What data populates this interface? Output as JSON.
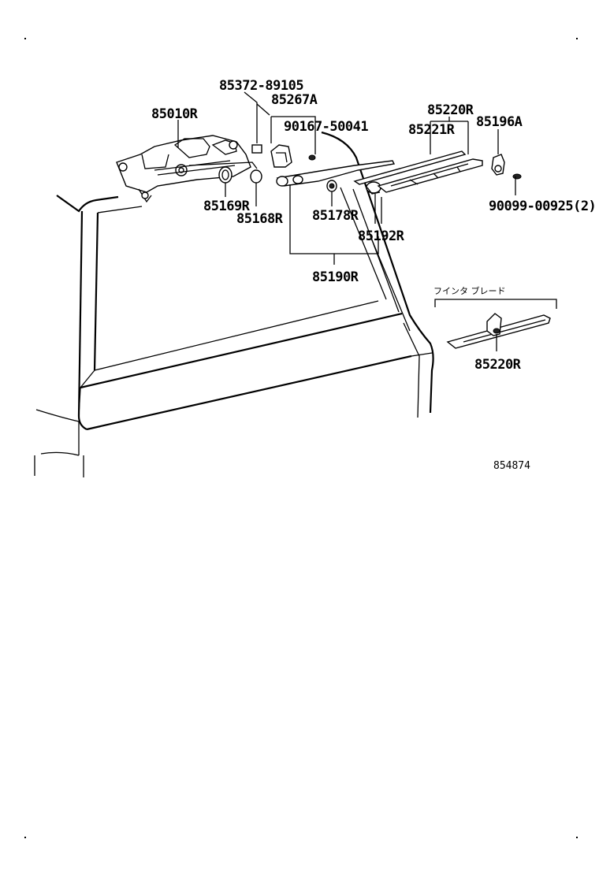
{
  "diagram": {
    "figure_id": "854874",
    "section_title": "フインタ ブレード",
    "parts": {
      "p85372": "85372-89105",
      "p85267": "85267A",
      "p85010": "85010R",
      "p90167": "90167-50041",
      "p85220_top": "85220R",
      "p85221": "85221R",
      "p85196": "85196A",
      "p90099": "90099-00925(2)",
      "p85169": "85169R",
      "p85168": "85168R",
      "p85178": "85178R",
      "p85192": "85192R",
      "p85190": "85190R",
      "p85220_inset": "85220R"
    }
  }
}
